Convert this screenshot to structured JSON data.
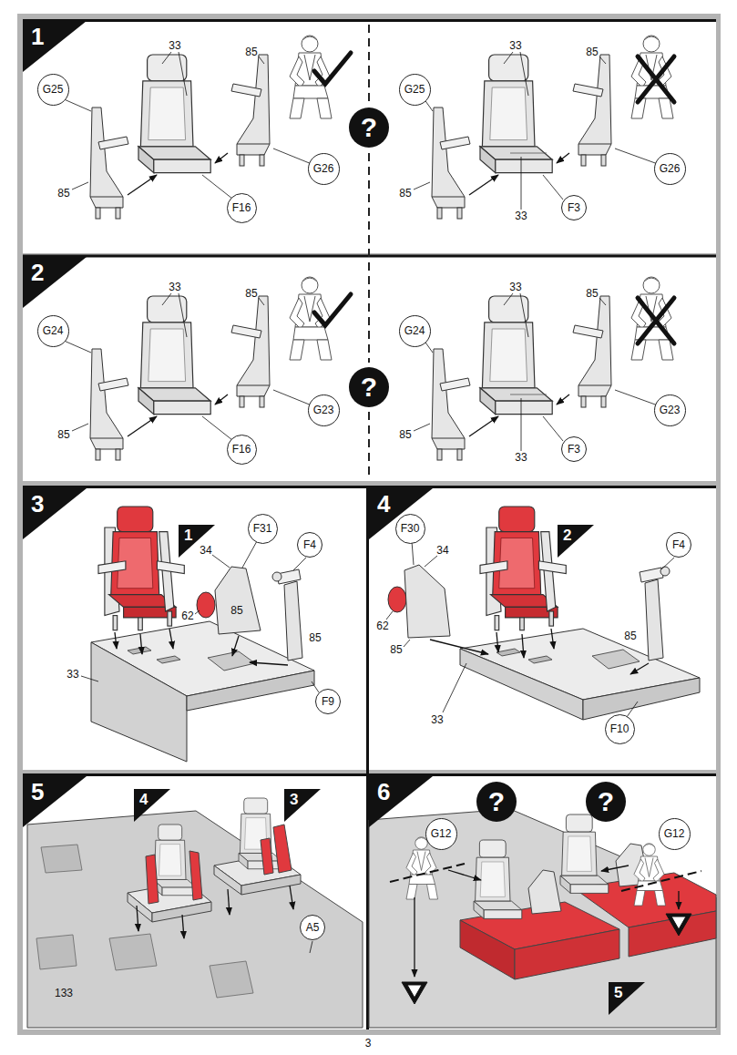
{
  "diagram": {
    "nodes": [
      {
        "text": [
          "1"
        ]
      },
      {
        "text": [
          "G25"
        ]
      },
      {
        "text": [
          "F16"
        ]
      },
      {
        "text": [
          "G26"
        ]
      },
      {
        "text": [
          "?"
        ]
      },
      {
        "text": [
          "G25"
        ]
      },
      {
        "text": [
          "F3"
        ]
      },
      {
        "text": [
          "G26"
        ]
      },
      {
        "text": [
          "2"
        ]
      },
      {
        "text": [
          "G24"
        ]
      },
      {
        "text": [
          "F16"
        ]
      },
      {
        "text": [
          "G23"
        ]
      },
      {
        "text": [
          "?"
        ]
      },
      {
        "text": [
          "G24"
        ]
      },
      {
        "text": [
          "F3"
        ]
      },
      {
        "text": [
          "G23"
        ]
      },
      {
        "text": [
          "3"
        ]
      },
      {
        "text": [
          "1"
        ]
      },
      {
        "text": [
          "F31"
        ]
      },
      {
        "text": [
          "F4"
        ]
      },
      {
        "text": [
          "F9"
        ]
      },
      {
        "text": [
          "4"
        ]
      },
      {
        "text": [
          "F30"
        ]
      },
      {
        "text": [
          "2"
        ]
      },
      {
        "text": [
          "F4"
        ]
      },
      {
        "text": [
          "F10"
        ]
      },
      {
        "text": [
          "5"
        ]
      },
      {
        "text": [
          "4"
        ]
      },
      {
        "text": [
          "3"
        ]
      },
      {
        "text": [
          "A5"
        ]
      },
      {
        "text": [
          "6"
        ]
      },
      {
        "text": [
          "?"
        ]
      },
      {
        "text": [
          "G12"
        ]
      },
      {
        "text": [
          "?"
        ]
      },
      {
        "text": [
          "G12"
        ]
      },
      {
        "text": [
          "5"
        ]
      }
    ],
    "labels": [
      "33",
      "85",
      "85",
      "33",
      "85",
      "85",
      "33",
      "33",
      "85",
      "85",
      "33",
      "85",
      "85",
      "33",
      "34",
      "62",
      "85",
      "85",
      "33",
      "34",
      "62",
      "85",
      "85",
      "33",
      "133",
      "3"
    ]
  }
}
